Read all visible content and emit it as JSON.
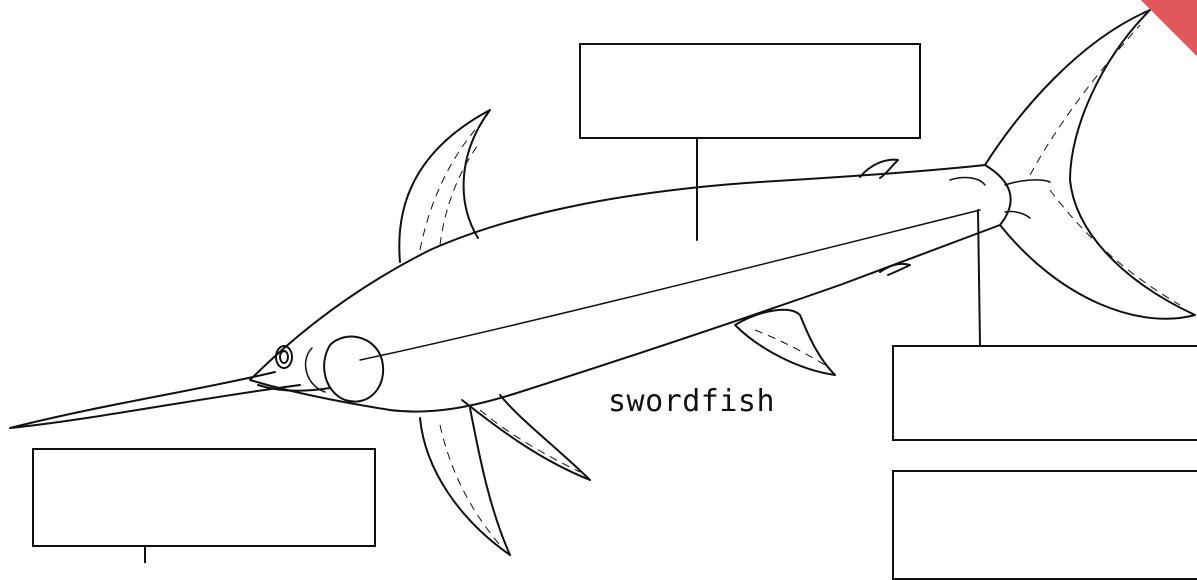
{
  "diagram": {
    "caption": "swordfish",
    "label_boxes": [
      {
        "id": "box-top",
        "text": ""
      },
      {
        "id": "box-right-upper",
        "text": ""
      },
      {
        "id": "box-right-lower",
        "text": ""
      },
      {
        "id": "box-left",
        "text": ""
      }
    ]
  },
  "colors": {
    "line": "#111111",
    "background": "#ffffff",
    "corner_stamp": "#e0565b"
  }
}
